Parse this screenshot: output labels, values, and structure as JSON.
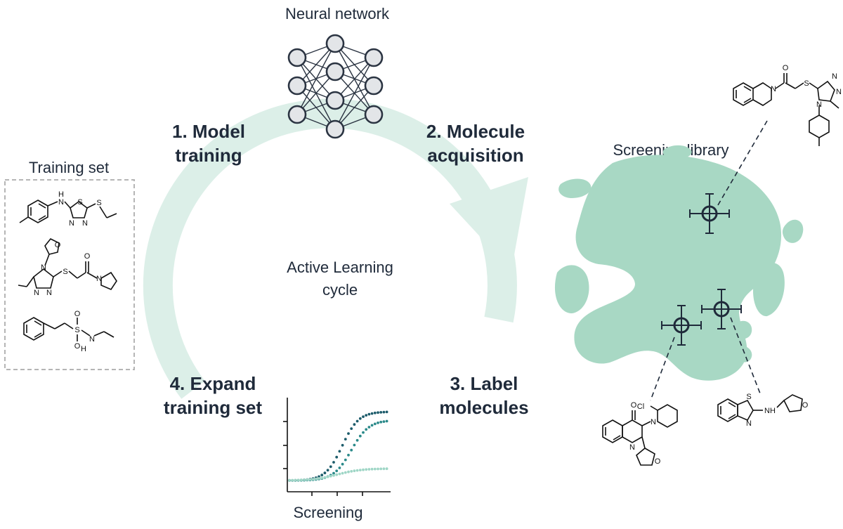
{
  "network": {
    "title": "Neural network"
  },
  "training_set": {
    "title": "Training set",
    "atoms": {
      "m1": [
        "H",
        "N",
        "S",
        "N",
        "N",
        "S"
      ],
      "m2": [
        "N",
        "O",
        "S",
        "N",
        "N",
        "O",
        "N"
      ],
      "m3": [
        "O",
        "S",
        "O",
        "N",
        "H"
      ]
    }
  },
  "cycle": {
    "center_line1": "Active Learning",
    "center_line2": "cycle",
    "step1_line1": "1. Model",
    "step1_line2": "training",
    "step2_line1": "2. Molecule",
    "step2_line2": "acquisition",
    "step3_line1": "3. Label",
    "step3_line2": "molecules",
    "step4_line1": "4. Expand",
    "step4_line2": "training set",
    "arc_color": "#dcefe8"
  },
  "screening_plot": {
    "xlabel": "Screening"
  },
  "library": {
    "title": "Screening library",
    "blob_color": "#a8d8c4",
    "mol_top_atoms": [
      "O",
      "N",
      "S",
      "N",
      "N",
      "N"
    ],
    "mol_bl_atoms": [
      "Cl",
      "O",
      "N",
      "N",
      "O"
    ],
    "mol_br_atoms": [
      "S",
      "N",
      "NH",
      "O"
    ]
  },
  "colors": {
    "dark": "#1f2a3a",
    "teal_dark": "#1d5c6b",
    "teal_mid": "#2b8a8a",
    "teal_light": "#9fd6c6"
  }
}
